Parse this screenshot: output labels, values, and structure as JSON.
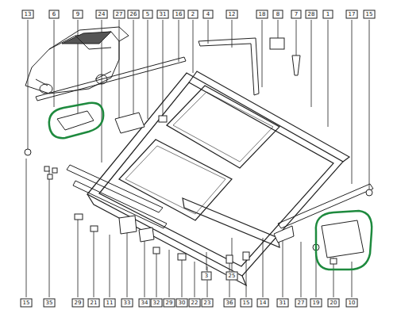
{
  "diagram": {
    "labels": [
      "13",
      "6",
      "9",
      "24",
      "27",
      "26",
      "5",
      "31",
      "16",
      "2",
      "4",
      "12",
      "18",
      "8",
      "7",
      "28",
      "1",
      "17",
      "15",
      "3",
      "25",
      "15",
      "35",
      "29",
      "21",
      "11",
      "33",
      "34",
      "32",
      "29",
      "30",
      "22",
      "23",
      "36",
      "15",
      "14",
      "31",
      "27",
      "19",
      "20",
      "10"
    ]
  }
}
